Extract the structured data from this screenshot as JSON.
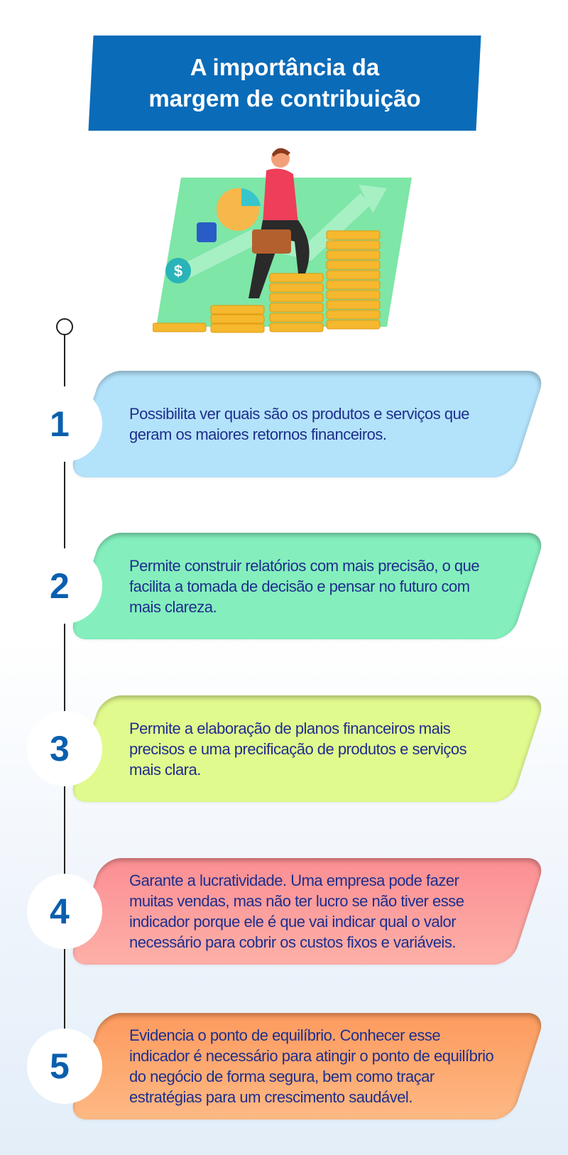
{
  "title": {
    "line1": "A importância da",
    "line2": "margem de contribuição"
  },
  "illustration": {
    "icon": "businessman-climbing-coin-stacks",
    "symbol": "$"
  },
  "items": [
    {
      "number": "1",
      "text": "Possibilita ver quais são os produtos e serviços que geram os maiores retornos financeiros.",
      "color": "#b3e3fb"
    },
    {
      "number": "2",
      "text": "Permite construir relatórios com mais precisão, o que facilita a tomada de decisão e pensar no futuro com mais clareza.",
      "color": "#84efbd"
    },
    {
      "number": "3",
      "text": "Permite a elaboração de planos financeiros mais precisos e uma precificação de produtos e serviços mais clara.",
      "color": "#e1fa8e"
    },
    {
      "number": "4",
      "text": "Garante a lucratividade. Uma empresa pode fazer muitas vendas, mas não ter lucro se não tiver esse indicador porque ele é que vai indicar qual o valor necessário para cobrir os custos fixos e variáveis.",
      "color": "#fca2a2"
    },
    {
      "number": "5",
      "text": "Evidencia o ponto de equilíbrio. Conhecer esse indicador é necessário para atingir o ponto de equilíbrio do negócio de forma segura, bem como traçar estratégias para um crescimento saudável.",
      "color": "#fdb07a"
    }
  ]
}
